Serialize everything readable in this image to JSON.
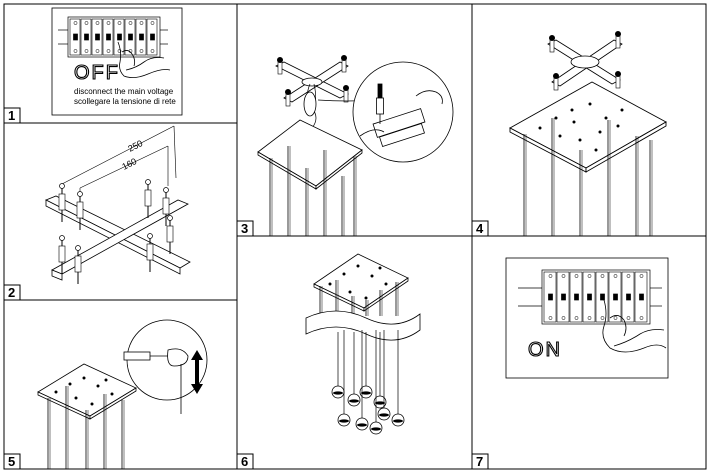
{
  "steps": [
    {
      "number": "1",
      "caption_line1": "disconnect the main voltage",
      "caption_line2": "scollegare la tensione di rete",
      "switch_label": "OFF"
    },
    {
      "number": "2",
      "dimension_outer": "250",
      "dimension_inner": "160"
    },
    {
      "number": "3"
    },
    {
      "number": "4"
    },
    {
      "number": "5"
    },
    {
      "number": "6"
    },
    {
      "number": "7",
      "switch_label": "ON"
    }
  ]
}
